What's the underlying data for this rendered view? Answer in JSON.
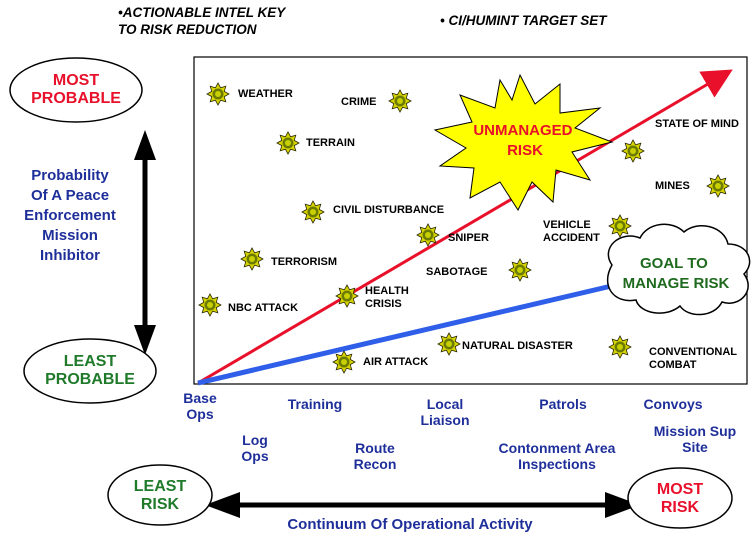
{
  "header": {
    "left_line1": "•ACTIONABLE INTEL KEY",
    "left_line2": "TO RISK REDUCTION",
    "right": "• CI/HUMINT TARGET SET"
  },
  "y_axis": {
    "top": "MOST\nPROBABLE",
    "bottom": "LEAST\nPROBABLE",
    "label": "Probability\nOf A Peace\nEnforcement\nMission\nInhibitor"
  },
  "callouts": {
    "unmanaged": "UNMANAGED\nRISK",
    "goal": "GOAL TO\nMANAGE RISK"
  },
  "threats": [
    {
      "label": "WEATHER"
    },
    {
      "label": "CRIME"
    },
    {
      "label": "TERRAIN"
    },
    {
      "label": "STATE OF MIND"
    },
    {
      "label": "MINES"
    },
    {
      "label": "CIVIL DISTURBANCE"
    },
    {
      "label": "SNIPER"
    },
    {
      "label": "VEHICLE\nACCIDENT"
    },
    {
      "label": "TERRORISM"
    },
    {
      "label": "SABOTAGE"
    },
    {
      "label": "NBC ATTACK"
    },
    {
      "label": "HEALTH\nCRISIS"
    },
    {
      "label": "NATURAL DISASTER"
    },
    {
      "label": "AIR ATTACK"
    },
    {
      "label": "CONVENTIONAL\nCOMBAT"
    }
  ],
  "activities": [
    {
      "label": "Base\nOps"
    },
    {
      "label": "Training"
    },
    {
      "label": "Local\nLiaison"
    },
    {
      "label": "Patrols"
    },
    {
      "label": "Convoys"
    },
    {
      "label": "Log\nOps"
    },
    {
      "label": "Route\nRecon"
    },
    {
      "label": "Contonment Area\nInspections"
    },
    {
      "label": "Mission Sup\nSite"
    }
  ],
  "x_axis": {
    "least": "LEAST\nRISK",
    "most": "MOST\nRISK",
    "label": "Continuum Of Operational  Activity"
  },
  "colors": {
    "red": "#e8102a",
    "green": "#1f7a2a",
    "blue_line": "#2f5fe8",
    "navy_text": "#1f2f9a",
    "starburst": "#ffff00",
    "icon": "#a8b000"
  },
  "icon_name": "threat-burst-icon"
}
